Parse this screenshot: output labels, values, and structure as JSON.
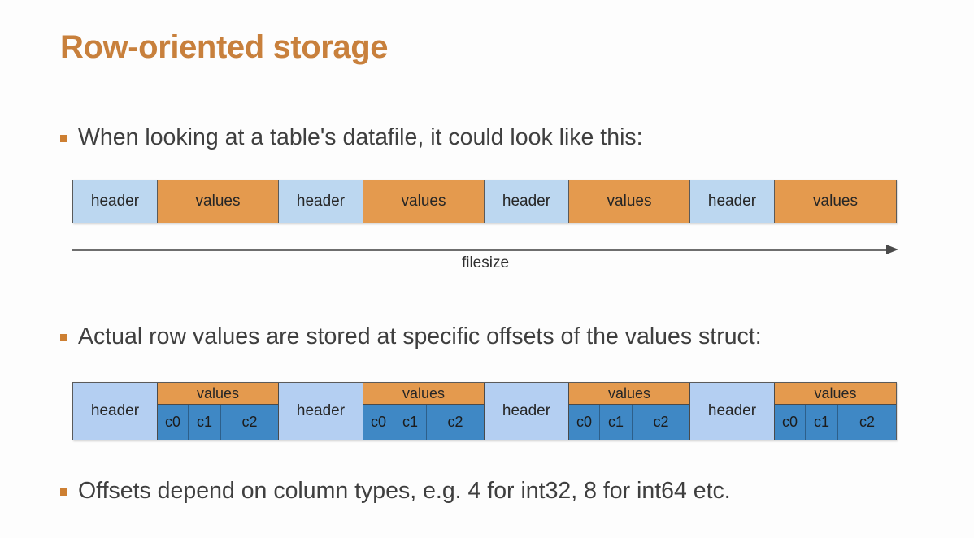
{
  "slide": {
    "title": "Row-oriented storage",
    "accent_color": "#c8803c",
    "bullet_color": "#cd7f32",
    "background": "#fdfdfd"
  },
  "bullets": [
    {
      "text": "When looking at a table's datafile, it could look like this:"
    },
    {
      "text": "Actual row values are stored at specific offsets of the values struct:"
    },
    {
      "text": "Offsets depend on column types, e.g. 4 for int32, 8 for int64 etc."
    }
  ],
  "diagram1": {
    "header_label": "header",
    "values_label": "values",
    "header_color": "#bcd7f0",
    "values_color": "#e49a4e",
    "repeat_count": 4,
    "cells": [
      {
        "kind": "header",
        "label": "header"
      },
      {
        "kind": "values",
        "label": "values"
      },
      {
        "kind": "header",
        "label": "header"
      },
      {
        "kind": "values",
        "label": "values"
      },
      {
        "kind": "header",
        "label": "header"
      },
      {
        "kind": "values",
        "label": "values"
      },
      {
        "kind": "header",
        "label": "header"
      },
      {
        "kind": "values",
        "label": "values"
      }
    ]
  },
  "axis": {
    "label": "filesize",
    "direction": "right"
  },
  "diagram2": {
    "header_label": "header",
    "values_label": "values",
    "header_color": "#b4cff2",
    "values_color": "#e49a4e",
    "column_color": "#3f88c5",
    "columns": [
      "c0",
      "c1",
      "c2"
    ],
    "groups": [
      {
        "header": "header",
        "values": "values",
        "columns": [
          "c0",
          "c1",
          "c2"
        ]
      },
      {
        "header": "header",
        "values": "values",
        "columns": [
          "c0",
          "c1",
          "c2"
        ]
      },
      {
        "header": "header",
        "values": "values",
        "columns": [
          "c0",
          "c1",
          "c2"
        ]
      },
      {
        "header": "header",
        "values": "values",
        "columns": [
          "c0",
          "c1",
          "c2"
        ]
      }
    ]
  }
}
